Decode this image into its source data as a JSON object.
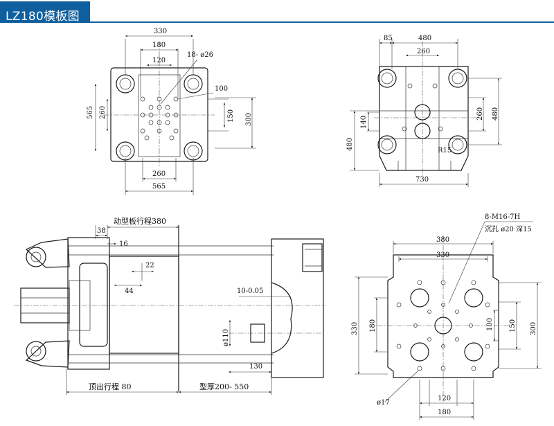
{
  "header": {
    "title": "LZ180模板图"
  },
  "colors": {
    "header_bg": "#0f5f9e",
    "header_text": "#ffffff",
    "line": "#1a1a1a"
  },
  "views": {
    "front_platen": {
      "dims": {
        "d330": "330",
        "d180": "180",
        "d120": "120",
        "holes": "18- ø26",
        "d100": "100",
        "d565v": "565",
        "d260v": "260",
        "d150": "150",
        "d300": "300",
        "d260h": "260",
        "d565h": "565"
      }
    },
    "rear_platen": {
      "dims": {
        "d85": "85",
        "d480t": "480",
        "d260t": "260",
        "d260r": "260",
        "d480r": "480",
        "d140": "140",
        "d480l": "480",
        "r15": "R15",
        "d730": "730"
      }
    },
    "side_view": {
      "dims": {
        "d38": "38",
        "stroke": "动型板行程380",
        "d16": "16",
        "d22": "22",
        "d44": "44",
        "d105": "10-0.05",
        "d110": "ø110",
        "d130": "130",
        "eject": "顶出行程 80",
        "mold": "型厚200- 550"
      }
    },
    "mold_plate": {
      "dims": {
        "thread": "8-M16-7H",
        "cbore": "沉孔 ø20 深15",
        "d380": "380",
        "d330t": "330",
        "d330l": "330",
        "d180l": "180",
        "d100": "100",
        "d150": "150",
        "d300": "300",
        "d17": "ø17",
        "d120": "120",
        "d180b": "180"
      }
    }
  }
}
